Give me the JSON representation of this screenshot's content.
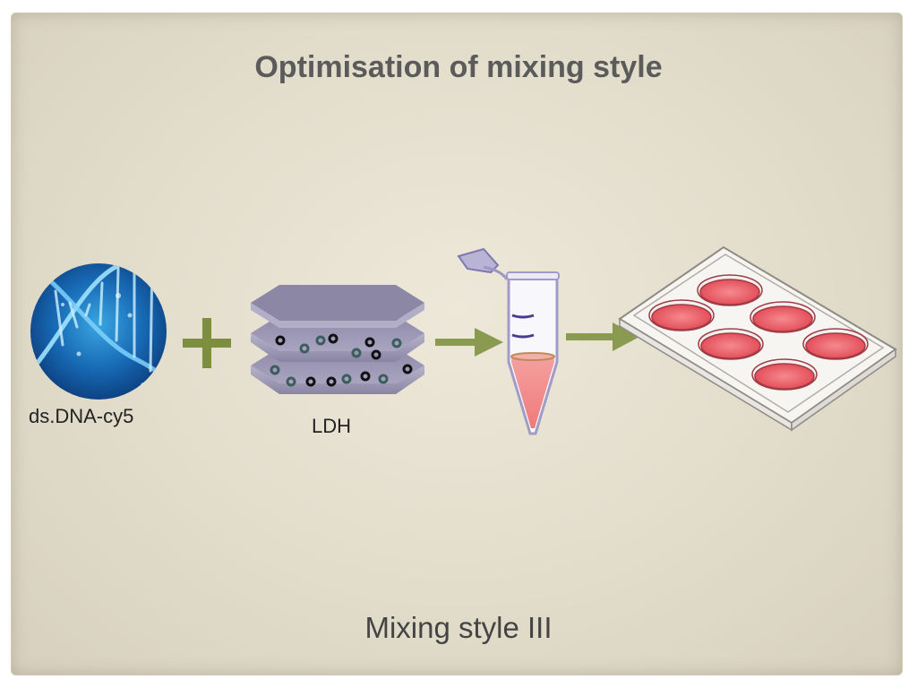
{
  "title": "Optimisation of mixing style",
  "labels": {
    "dna": "ds.DNA-cy5",
    "ldh": "LDH"
  },
  "subtitle": "Mixing style III",
  "colors": {
    "arrow": "#8a9a50",
    "plus": "#7d8f3c",
    "hexagon": "#8c87a6",
    "tube_liquid": "#f08a8a",
    "well_liquid": "#e8505a"
  },
  "icons": [
    "dna-image",
    "plus-icon",
    "ldh-hexagon-stack",
    "arrow-icon",
    "microcentrifuge-tube",
    "six-well-plate"
  ]
}
